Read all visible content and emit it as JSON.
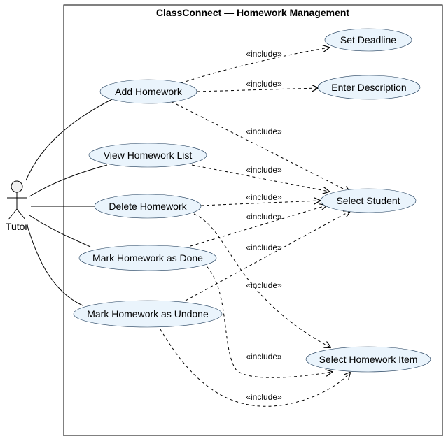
{
  "system": {
    "title": "ClassConnect — Homework Management"
  },
  "actor": {
    "name": "Tutor"
  },
  "colors": {
    "usecase_fill": "#eaf4fc",
    "usecase_border": "#1f3c5a",
    "line": "#000000",
    "background": "#ffffff"
  },
  "usecases": {
    "add_homework": "Add Homework",
    "view_homework_list": "View Homework List",
    "delete_homework": "Delete Homework",
    "mark_homework_done": "Mark Homework as Done",
    "mark_homework_undone": "Mark Homework as Undone",
    "set_deadline": "Set Deadline",
    "enter_description": "Enter Description",
    "select_student": "Select Student",
    "select_homework_item": "Select Homework Item"
  },
  "associations": [
    {
      "from": "Tutor",
      "to": "Add Homework"
    },
    {
      "from": "Tutor",
      "to": "View Homework List"
    },
    {
      "from": "Tutor",
      "to": "Delete Homework"
    },
    {
      "from": "Tutor",
      "to": "Mark Homework as Done"
    },
    {
      "from": "Tutor",
      "to": "Mark Homework as Undone"
    }
  ],
  "include_label": "«include»",
  "includes": [
    {
      "from": "Add Homework",
      "to": "Set Deadline",
      "label": "«include»"
    },
    {
      "from": "Add Homework",
      "to": "Enter Description",
      "label": "«include»"
    },
    {
      "from": "Add Homework",
      "to": "Select Student",
      "label": "«include»"
    },
    {
      "from": "View Homework List",
      "to": "Select Student",
      "label": "«include»"
    },
    {
      "from": "Delete Homework",
      "to": "Select Student",
      "label": "«include»"
    },
    {
      "from": "Delete Homework",
      "to": "Select Homework Item",
      "label": "«include»"
    },
    {
      "from": "Mark Homework as Done",
      "to": "Select Student",
      "label": "«include»"
    },
    {
      "from": "Mark Homework as Done",
      "to": "Select Homework Item",
      "label": "«include»"
    },
    {
      "from": "Mark Homework as Undone",
      "to": "Select Student",
      "label": "«include»"
    },
    {
      "from": "Mark Homework as Undone",
      "to": "Select Homework Item",
      "label": "«include»"
    }
  ]
}
